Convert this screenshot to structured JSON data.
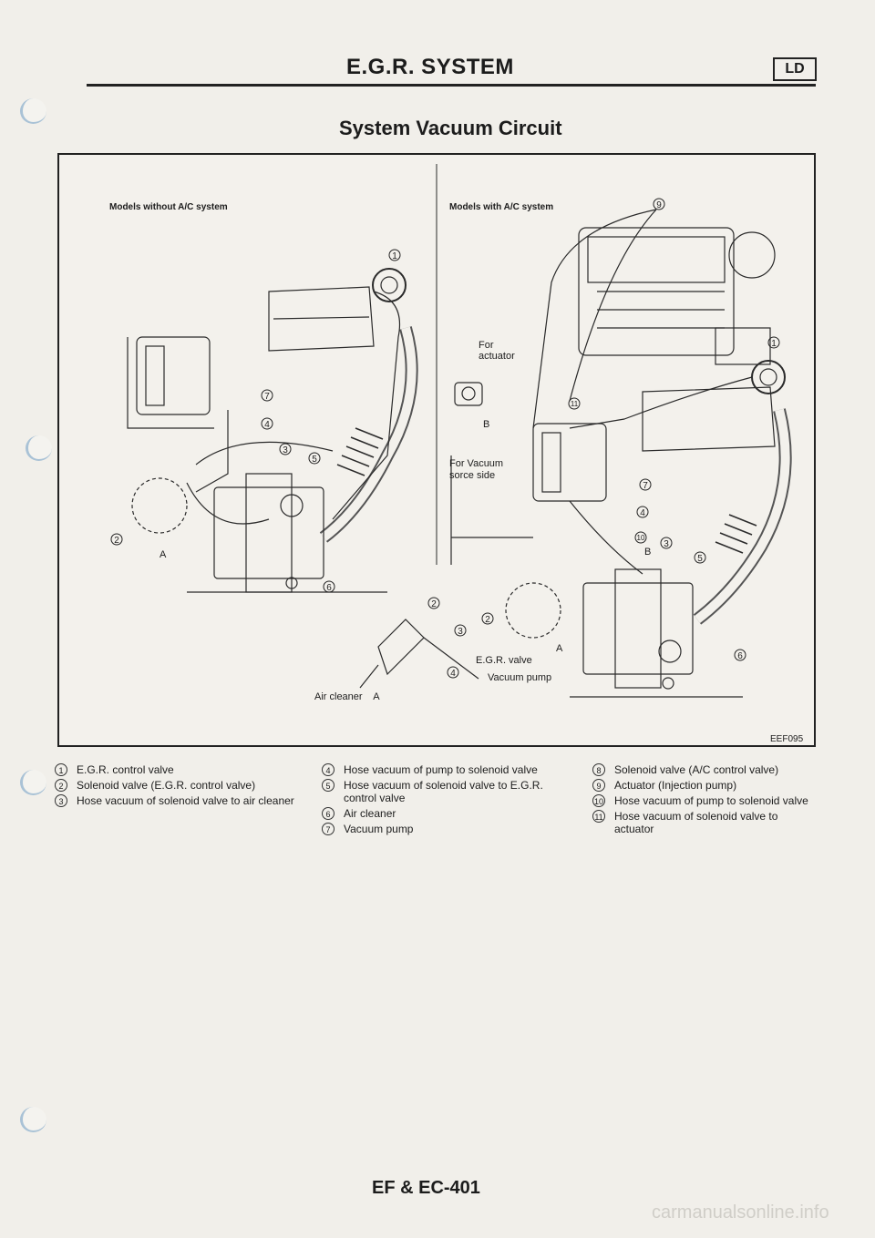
{
  "header": {
    "title": "E.G.R. SYSTEM",
    "badge": "LD"
  },
  "section_title": "System Vacuum Circuit",
  "figure": {
    "left_caption": "Models without A/C system",
    "right_caption": "Models with A/C system",
    "labels": {
      "for_actuator": "For\nactuator",
      "b_label": "B",
      "for_vacuum": "For Vacuum\nsorce side",
      "egr_valve": "E.G.R. valve",
      "vacuum_pump": "Vacuum pump",
      "air_cleaner_a": "Air cleaner    A",
      "a_left": "A",
      "a_right": "A",
      "b_right": "B"
    },
    "code": "EEF095"
  },
  "legend": {
    "col1": [
      {
        "num": "1",
        "text": "E.G.R. control valve"
      },
      {
        "num": "2",
        "text": "Solenoid valve (E.G.R. control valve)"
      },
      {
        "num": "3",
        "text": "Hose vacuum of solenoid valve to air cleaner"
      }
    ],
    "col2": [
      {
        "num": "4",
        "text": "Hose vacuum of pump to solenoid valve"
      },
      {
        "num": "5",
        "text": "Hose vacuum of solenoid valve to E.G.R. control valve"
      },
      {
        "num": "6",
        "text": "Air cleaner"
      },
      {
        "num": "7",
        "text": "Vacuum pump"
      }
    ],
    "col3": [
      {
        "num": "8",
        "text": "Solenoid valve (A/C control valve)"
      },
      {
        "num": "9",
        "text": "Actuator (Injection pump)"
      },
      {
        "num": "10",
        "text": "Hose vacuum of pump to solenoid valve"
      },
      {
        "num": "11",
        "text": "Hose vacuum of solenoid valve to actuator"
      }
    ]
  },
  "footer": {
    "page": "EF & EC-401"
  },
  "watermark": "carmanualsonline.info"
}
